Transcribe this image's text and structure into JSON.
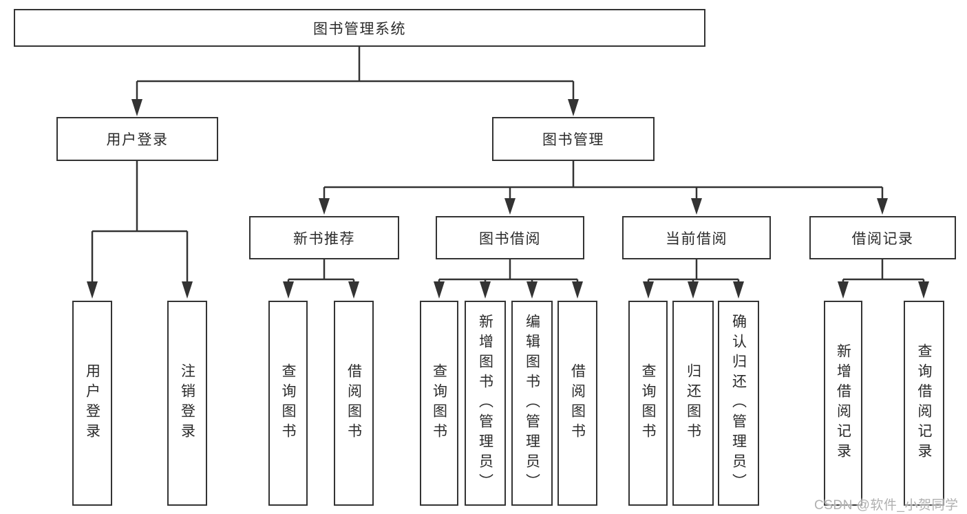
{
  "colors": {
    "line": "#333333",
    "box_border": "#333333",
    "text": "#2b2b2b",
    "watermark": "#b0b0b0",
    "background": "#ffffff"
  },
  "watermark": {
    "text": "CSDN @软件_小贺同学"
  },
  "tree": {
    "root": {
      "label": "图书管理系统"
    },
    "branches": [
      {
        "label": "用户登录",
        "children": [
          {
            "label": "用户登录"
          },
          {
            "label": "注销登录"
          }
        ]
      },
      {
        "label": "图书管理",
        "children": [
          {
            "label": "新书推荐",
            "children": [
              {
                "label": "查询图书"
              },
              {
                "label": "借阅图书"
              }
            ]
          },
          {
            "label": "图书借阅",
            "children": [
              {
                "label": "查询图书"
              },
              {
                "label": "新增图书（管理员）"
              },
              {
                "label": "编辑图书（管理员）"
              },
              {
                "label": "借阅图书"
              }
            ]
          },
          {
            "label": "当前借阅",
            "children": [
              {
                "label": "查询图书"
              },
              {
                "label": "归还图书"
              },
              {
                "label": "确认归还（管理员）"
              }
            ]
          },
          {
            "label": "借阅记录",
            "children": [
              {
                "label": "新增借阅记录"
              },
              {
                "label": "查询借阅记录"
              }
            ]
          }
        ]
      }
    ]
  }
}
